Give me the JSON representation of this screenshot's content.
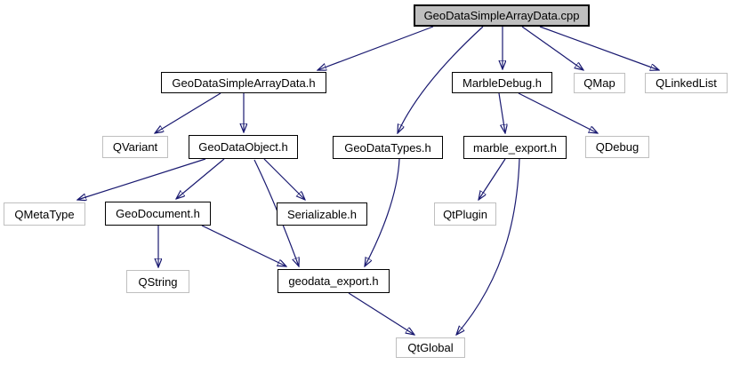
{
  "graph": {
    "type": "include-dependency-graph",
    "root_file": "GeoDataSimpleArrayData.cpp",
    "colors": {
      "edge": "#191970",
      "internal_node_border": "#000000",
      "external_node_border": "#bfbfbf",
      "root_node_fill": "#bfbfbf",
      "node_fill": "#ffffff",
      "text": "#000000",
      "background": "#ffffff"
    },
    "nodes": [
      {
        "id": "GeoDataSimpleArrayData.cpp",
        "label": "GeoDataSimpleArrayData.cpp",
        "kind": "root"
      },
      {
        "id": "GeoDataSimpleArrayData.h",
        "label": "GeoDataSimpleArrayData.h",
        "kind": "internal"
      },
      {
        "id": "MarbleDebug.h",
        "label": "MarbleDebug.h",
        "kind": "internal"
      },
      {
        "id": "QMap",
        "label": "QMap",
        "kind": "external"
      },
      {
        "id": "QLinkedList",
        "label": "QLinkedList",
        "kind": "external"
      },
      {
        "id": "QVariant",
        "label": "QVariant",
        "kind": "external"
      },
      {
        "id": "GeoDataObject.h",
        "label": "GeoDataObject.h",
        "kind": "internal"
      },
      {
        "id": "GeoDataTypes.h",
        "label": "GeoDataTypes.h",
        "kind": "internal"
      },
      {
        "id": "marble_export.h",
        "label": "marble_export.h",
        "kind": "internal"
      },
      {
        "id": "QDebug",
        "label": "QDebug",
        "kind": "external"
      },
      {
        "id": "QMetaType",
        "label": "QMetaType",
        "kind": "external"
      },
      {
        "id": "GeoDocument.h",
        "label": "GeoDocument.h",
        "kind": "internal"
      },
      {
        "id": "Serializable.h",
        "label": "Serializable.h",
        "kind": "internal"
      },
      {
        "id": "QtPlugin",
        "label": "QtPlugin",
        "kind": "external"
      },
      {
        "id": "QString",
        "label": "QString",
        "kind": "external"
      },
      {
        "id": "geodata_export.h",
        "label": "geodata_export.h",
        "kind": "internal"
      },
      {
        "id": "QtGlobal",
        "label": "QtGlobal",
        "kind": "external"
      }
    ],
    "edges": [
      {
        "from": "GeoDataSimpleArrayData.cpp",
        "to": "GeoDataSimpleArrayData.h"
      },
      {
        "from": "GeoDataSimpleArrayData.cpp",
        "to": "GeoDataTypes.h"
      },
      {
        "from": "GeoDataSimpleArrayData.cpp",
        "to": "MarbleDebug.h"
      },
      {
        "from": "GeoDataSimpleArrayData.cpp",
        "to": "QMap"
      },
      {
        "from": "GeoDataSimpleArrayData.cpp",
        "to": "QLinkedList"
      },
      {
        "from": "GeoDataSimpleArrayData.h",
        "to": "QVariant"
      },
      {
        "from": "GeoDataSimpleArrayData.h",
        "to": "GeoDataObject.h"
      },
      {
        "from": "MarbleDebug.h",
        "to": "marble_export.h"
      },
      {
        "from": "MarbleDebug.h",
        "to": "QDebug"
      },
      {
        "from": "GeoDataObject.h",
        "to": "QMetaType"
      },
      {
        "from": "GeoDataObject.h",
        "to": "GeoDocument.h"
      },
      {
        "from": "GeoDataObject.h",
        "to": "Serializable.h"
      },
      {
        "from": "GeoDataObject.h",
        "to": "geodata_export.h"
      },
      {
        "from": "GeoDataTypes.h",
        "to": "geodata_export.h"
      },
      {
        "from": "marble_export.h",
        "to": "QtPlugin"
      },
      {
        "from": "marble_export.h",
        "to": "QtGlobal"
      },
      {
        "from": "GeoDocument.h",
        "to": "QString"
      },
      {
        "from": "GeoDocument.h",
        "to": "geodata_export.h"
      },
      {
        "from": "geodata_export.h",
        "to": "QtGlobal"
      }
    ]
  }
}
